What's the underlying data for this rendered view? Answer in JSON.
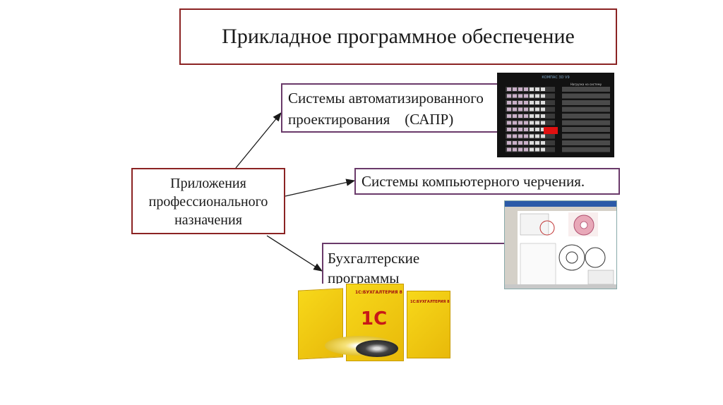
{
  "title": "Прикладное программное обеспечение",
  "center": {
    "line1": "Приложения",
    "line2": "профессионального",
    "line3": "назначения"
  },
  "branches": {
    "sapr_line1": "Системы  автоматизированного",
    "sapr_line2": "проектирования    (САПР)",
    "drafting": "Системы компьютерного черчения.",
    "accounting_line1": "Бухгалтерские",
    "accounting_line2": "программы"
  },
  "images": {
    "sapr_header": "КОМПАС 3D V9",
    "sapr_panel": "Нагрузка на систему",
    "package_name": "1С:БУХГАЛТЕРИЯ 8",
    "package_logo": "1С"
  },
  "colors": {
    "title_border": "#8b2323",
    "box_border": "#6a3a6a",
    "package_yellow": "#f3cf12",
    "logo_red": "#c81818"
  }
}
